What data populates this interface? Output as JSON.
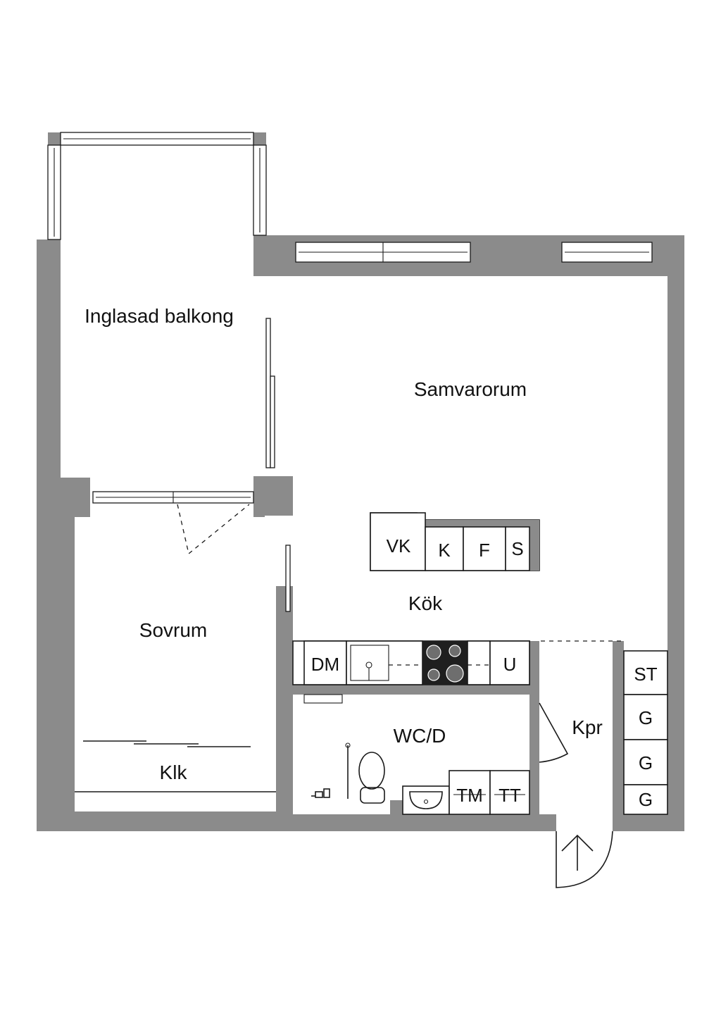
{
  "rooms": {
    "balcony": "Inglasad balkong",
    "living": "Samvarorum",
    "kitchen": "Kök",
    "bedroom": "Sovrum",
    "wardrobe": "Klk",
    "bathroom": "WC/D",
    "hall": "Kpr"
  },
  "units": {
    "freezer": "VK",
    "fridge_k": "K",
    "fridge_f": "F",
    "storage_s": "S",
    "dishwasher": "DM",
    "oven": "U",
    "cleaning_cabinet": "ST",
    "closet_1": "G",
    "closet_2": "G",
    "closet_3": "G",
    "washer": "TM",
    "dryer": "TT"
  },
  "colors": {
    "wall": "#8b8b8b",
    "line": "#1a1a1a",
    "background": "#ffffff"
  },
  "icons": {
    "entrance": "arrow-up-icon"
  }
}
